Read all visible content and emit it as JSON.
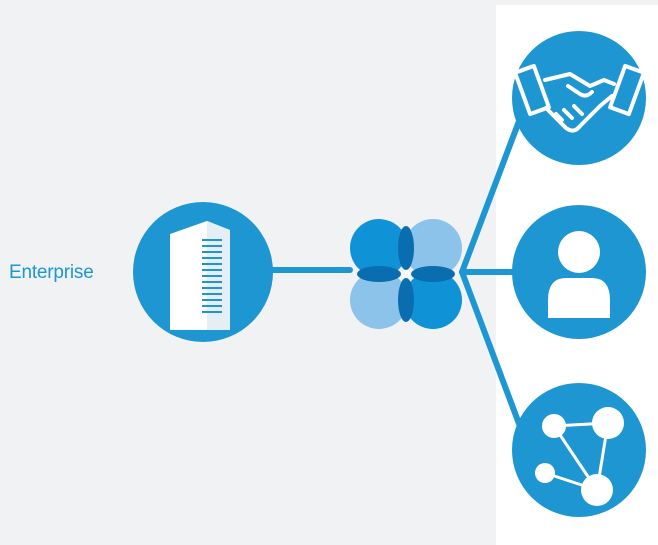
{
  "diagram": {
    "enterprise_label": "Enterprise",
    "nodes": [
      {
        "id": "enterprise",
        "icon": "server-building-icon"
      },
      {
        "id": "hub",
        "icon": "four-circles-hub-icon"
      },
      {
        "id": "partners",
        "icon": "handshake-icon"
      },
      {
        "id": "user",
        "icon": "person-icon"
      },
      {
        "id": "network",
        "icon": "network-nodes-icon"
      }
    ],
    "colors": {
      "primary": "#1e96d2",
      "hub_dark": "#0f92d6",
      "hub_light": "#8cc3ea",
      "hub_overlap": "#0a6db0",
      "background": "#f0f2f4",
      "panel": "#ffffff"
    }
  }
}
